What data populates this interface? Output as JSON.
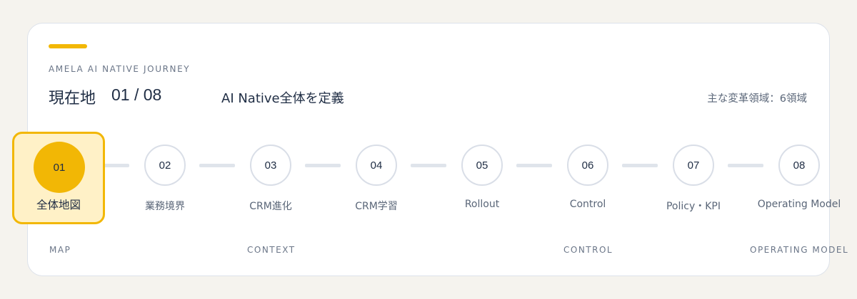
{
  "header": {
    "eyebrow": "AMELA AI NATIVE JOURNEY",
    "location_label": "現在地",
    "location_count": "01 / 08",
    "headline": "AI Native全体を定義",
    "domains_summary": "主な変革領域：6領域"
  },
  "accent_color": "#f2b705",
  "steps": [
    {
      "number": "01",
      "label": "全体地図",
      "state": "active"
    },
    {
      "number": "02",
      "label": "業務境界"
    },
    {
      "number": "03",
      "label": "CRM進化"
    },
    {
      "number": "04",
      "label": "CRM学習"
    },
    {
      "number": "05",
      "label": "Rollout"
    },
    {
      "number": "06",
      "label": "Control"
    },
    {
      "number": "07",
      "label": "Policy・KPI"
    },
    {
      "number": "08",
      "label": "Operating Model"
    }
  ],
  "phases": [
    "MAP",
    "CONTEXT",
    "CONTROL",
    "OPERATING MODEL"
  ]
}
